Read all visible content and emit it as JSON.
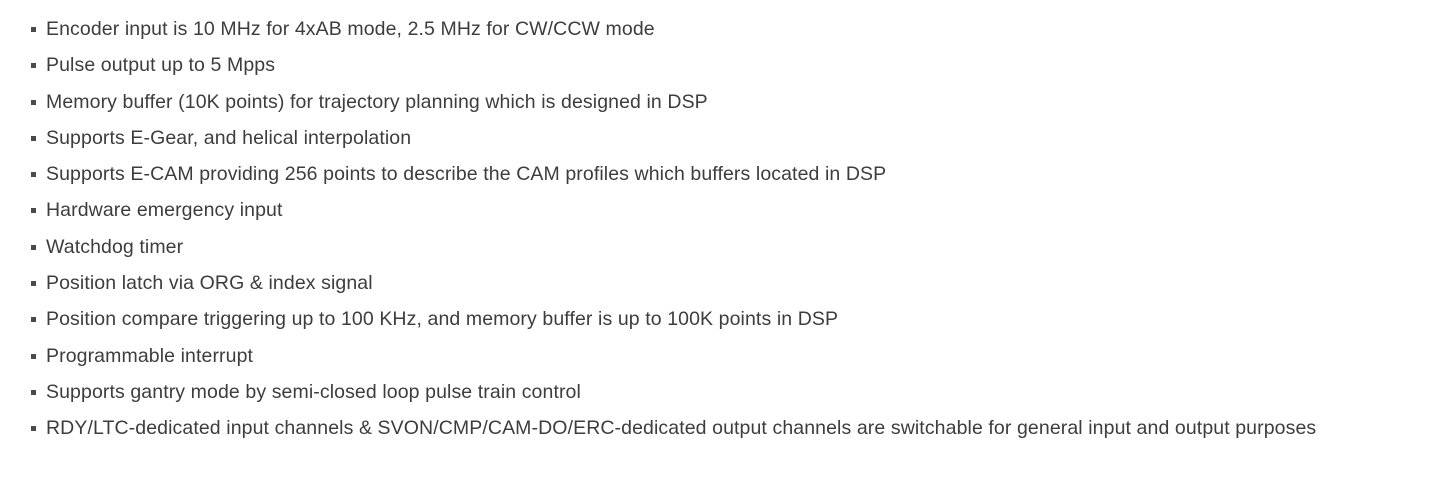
{
  "page": {
    "background_color": "#ffffff",
    "text_color": "#3d3d3d",
    "bullet_color": "#4a4a4a"
  },
  "feature_list": {
    "items": [
      "Encoder input is 10 MHz for 4xAB mode, 2.5 MHz for CW/CCW mode",
      "Pulse output up to 5 Mpps",
      "Memory buffer (10K points) for trajectory planning which is designed in DSP",
      "Supports E-Gear, and helical interpolation",
      "Supports E-CAM providing 256 points to describe the CAM profiles which buffers located in DSP",
      "Hardware emergency input",
      "Watchdog timer",
      "Position latch via ORG & index signal",
      "Position compare triggering up to 100 KHz, and memory buffer is up to 100K points in DSP",
      "Programmable interrupt",
      "Supports gantry mode by semi-closed loop pulse train control",
      "RDY/LTC-dedicated input channels & SVON/CMP/CAM-DO/ERC-dedicated output channels are switchable for general input and output purposes"
    ]
  }
}
